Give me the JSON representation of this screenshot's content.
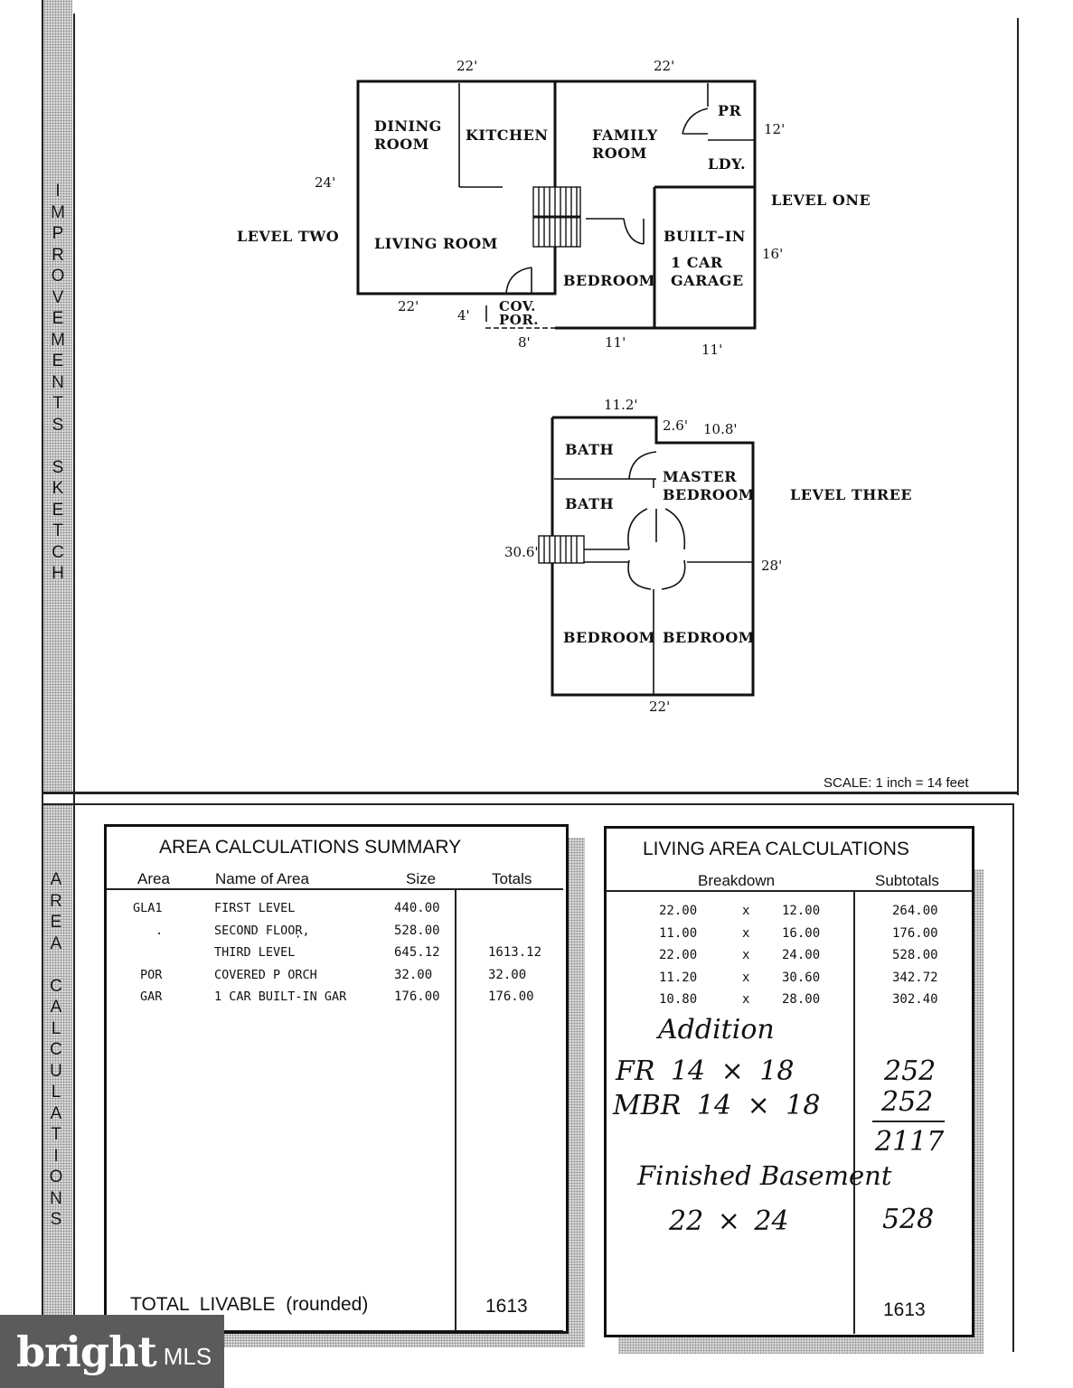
{
  "sidebar": {
    "top_label": [
      "I",
      "M",
      "P",
      "R",
      "O",
      "V",
      "E",
      "M",
      "E",
      "N",
      "T",
      "S",
      " ",
      "S",
      "K",
      "E",
      "T",
      "C",
      "H"
    ],
    "bottom_label": [
      "A",
      "R",
      "E",
      "A",
      " ",
      "C",
      "A",
      "L",
      "C",
      "U",
      "L",
      "A",
      "T",
      "I",
      "O",
      "N",
      "S"
    ]
  },
  "sketch": {
    "level_one": "LEVEL ONE",
    "level_two": "LEVEL TWO",
    "level_three": "LEVEL THREE",
    "rooms": {
      "dining": [
        "DINING",
        "ROOM"
      ],
      "kitchen": "KITCHEN",
      "family": [
        "FAMILY",
        "ROOM"
      ],
      "pr": "PR",
      "ldy": "LDY.",
      "living": "LIVING ROOM",
      "built_in": "BUILT–IN",
      "garage": [
        "1 CAR",
        "GARAGE"
      ],
      "bedroom_l1": "BEDROOM",
      "cov_por": [
        "COV.",
        "POR."
      ],
      "bath1": "BATH",
      "bath2": "BATH",
      "master": [
        "MASTER",
        "BEDROOM"
      ],
      "bedroom_l3a": "BEDROOM",
      "bedroom_l3b": "BEDROOM"
    },
    "dims": {
      "top_left": "22'",
      "top_right": "22'",
      "right_12": "12'",
      "left_24": "24'",
      "right_16": "16'",
      "bottom_22": "22'",
      "porch_4": "4'",
      "porch_8": "8'",
      "bed_11": "11'",
      "gar_11": "11'",
      "l3_top": "11.2'",
      "l3_26": "2.6'",
      "l3_108": "10.8'",
      "l3_306": "30.6'",
      "l3_28": "28'",
      "l3_bottom": "22'"
    },
    "scale": "SCALE: 1 inch = 14 feet"
  },
  "summary": {
    "title": "AREA CALCULATIONS SUMMARY",
    "headers": [
      "Area",
      "Name of Area",
      "Size",
      "Totals"
    ],
    "rows": [
      {
        "area": "GLA1",
        "name": "FIRST LEVEL",
        "size": "440.00",
        "total": ""
      },
      {
        "area": ".",
        "name": "SECOND FLOOR̦,",
        "size": "528.00",
        "total": ""
      },
      {
        "area": "",
        "name": "THIRD LEVEL",
        "size": "645.12",
        "total": "1613.12"
      },
      {
        "area": "POR",
        "name": "COVERED P ORCH",
        "size": "32.00",
        "total": "32.00"
      },
      {
        "area": "GAR",
        "name": "1 CAR BUILT-IN GAR",
        "size": "176.00",
        "total": "176.00"
      }
    ],
    "total_label": "TOTAL LIVABLE (rounded)",
    "total_value": "1613"
  },
  "living": {
    "title": "LIVING AREA CALCULATIONS",
    "headers": [
      "Breakdown",
      "Subtotals"
    ],
    "rows": [
      {
        "a": "22.00",
        "x": "x",
        "b": "12.00",
        "sub": "264.00"
      },
      {
        "a": "11.00",
        "x": "x",
        "b": "16.00",
        "sub": "176.00"
      },
      {
        "a": "22.00",
        "x": "x",
        "b": "24.00",
        "sub": "528.00"
      },
      {
        "a": "11.20",
        "x": "x",
        "b": "30.60",
        "sub": "342.72"
      },
      {
        "a": "10.80",
        "x": "x",
        "b": "28.00",
        "sub": "302.40"
      }
    ],
    "handwritten": {
      "addition": "Addition",
      "fr": "FR 14  ×  18",
      "fr_val": "252",
      "mbr": "MBR 14  ×  18",
      "mbr_val": "252",
      "sum": "2117",
      "basement": "Finished Basement",
      "basement_dims": "22 × 24",
      "basement_val": "528"
    },
    "total_value": "1613"
  },
  "watermark": {
    "brand": "bright",
    "suffix": "MLS"
  }
}
